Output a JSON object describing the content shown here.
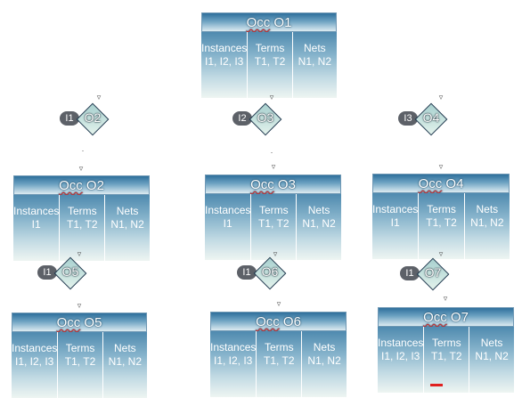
{
  "headers": {
    "instances": "Instances",
    "terms": "Terms",
    "nets": "Nets"
  },
  "occurrences": [
    {
      "name": "Occ",
      "id": "O1",
      "instances": "I1, I2, I3",
      "terms": "T1, T2",
      "nets": "N1, N2"
    },
    {
      "name": "Occ",
      "id": "O2",
      "instances": "I1",
      "terms": "T1, T2",
      "nets": "N1, N2"
    },
    {
      "name": "Occ",
      "id": "O3",
      "instances": "I1",
      "terms": "T1, T2",
      "nets": "N1, N2"
    },
    {
      "name": "Occ",
      "id": "O4",
      "instances": "I1",
      "terms": "T1, T2",
      "nets": "N1, N2"
    },
    {
      "name": "Occ",
      "id": "O5",
      "instances": "I1, I2, I3",
      "terms": "T1, T2",
      "nets": "N1, N2"
    },
    {
      "name": "Occ",
      "id": "O6",
      "instances": "I1, I2, I3",
      "terms": "T1, T2",
      "nets": "N1, N2"
    },
    {
      "name": "Occ",
      "id": "O7",
      "instances": "I1, I2, I3",
      "terms": "T1, T2",
      "nets": "N1, N2"
    }
  ],
  "nodes": [
    {
      "label": "O2",
      "pill": "I1"
    },
    {
      "label": "O3",
      "pill": "I2"
    },
    {
      "label": "O4",
      "pill": "I3"
    },
    {
      "label": "O5",
      "pill": "I1"
    },
    {
      "label": "O6",
      "pill": "I1"
    },
    {
      "label": "O7",
      "pill": "I1"
    }
  ],
  "connector_marks": {
    "arrow": "▿",
    "dot": "·"
  }
}
